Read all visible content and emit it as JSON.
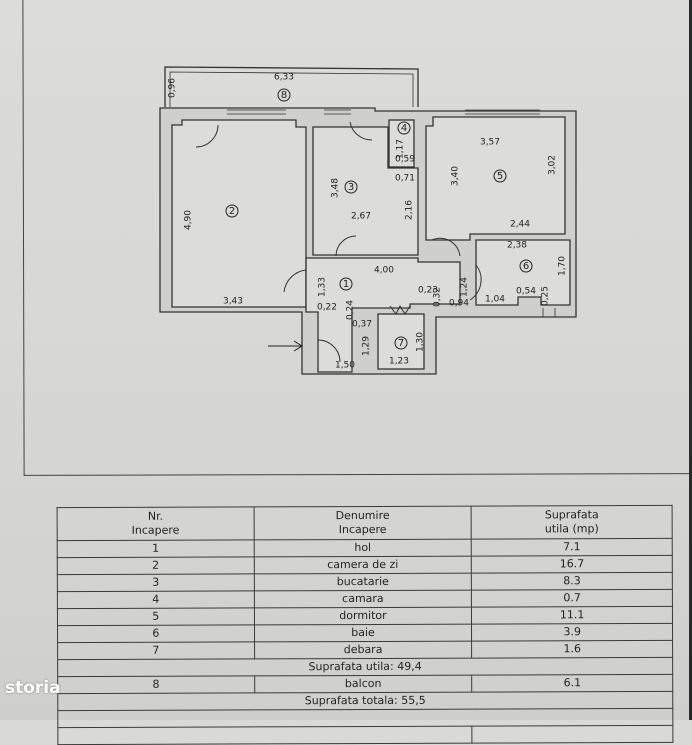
{
  "plan": {
    "rooms": {
      "r1": "1",
      "r2": "2",
      "r3": "3",
      "r4": "4",
      "r5": "5",
      "r6": "6",
      "r7": "7",
      "r8": "8"
    },
    "dims": {
      "d096": "0,96",
      "d633": "6,33",
      "d490": "4,90",
      "d343": "3,43",
      "d348": "3,48",
      "d267": "2,67",
      "d216": "2,16",
      "d071": "0,71",
      "d117": "1,17",
      "d059": "0,59",
      "d357": "3,57",
      "d340": "3,40",
      "d302": "3,02",
      "d244": "2,44",
      "d238": "2,38",
      "d170": "1,70",
      "d400": "4,00",
      "d133": "1,33",
      "d022": "0,22",
      "d024": "0,24",
      "d037": "0,37",
      "d129": "1,29",
      "d023": "0,23",
      "d032": "0,32",
      "d094": "0,94",
      "d124": "1,24",
      "d104": "1,04",
      "d054": "0,54",
      "d025": "0,25",
      "d130": "1,30",
      "d123": "1,23",
      "d150": "1,50"
    },
    "entrance_arrow": "arrow-right-icon"
  },
  "table": {
    "headers": {
      "nr": "Nr.",
      "nr2": "Incapere",
      "name": "Denumire",
      "name2": "Incapere",
      "area": "Suprafata",
      "area2": "utila (mp)"
    },
    "rows": [
      {
        "nr": "1",
        "name": "hol",
        "area": "7.1"
      },
      {
        "nr": "2",
        "name": "camera de zi",
        "area": "16.7"
      },
      {
        "nr": "3",
        "name": "bucatarie",
        "area": "8.3"
      },
      {
        "nr": "4",
        "name": "camara",
        "area": "0.7"
      },
      {
        "nr": "5",
        "name": "dormitor",
        "area": "11.1"
      },
      {
        "nr": "6",
        "name": "baie",
        "area": "3.9"
      },
      {
        "nr": "7",
        "name": "debara",
        "area": "1.6"
      }
    ],
    "useful_total": "Suprafata utila: 49,4",
    "balcony": {
      "nr": "8",
      "name": "balcon",
      "area": "6.1"
    },
    "grand_total": "Suprafata totala: 55,5"
  },
  "watermark": "storia"
}
